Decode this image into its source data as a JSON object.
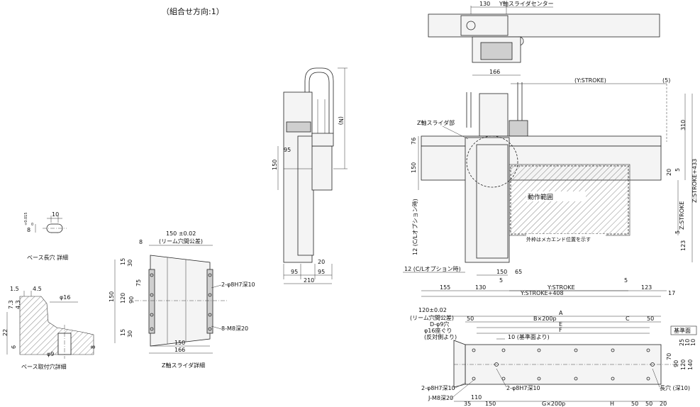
{
  "title": "（組合せ方向:1）",
  "base_slot": {
    "caption": "ベース長穴 詳細",
    "dims": [
      "10",
      "8",
      "0",
      "+0.015"
    ]
  },
  "base_hole": {
    "caption": "ベース取付穴詳細",
    "dims": [
      "1.5",
      "4.5",
      "7.3",
      "4.3",
      "φ16",
      "22",
      "6",
      "φ9",
      "8"
    ]
  },
  "z_slider": {
    "caption": "Z軸スライダ詳細",
    "dims": [
      "8",
      "150 ±0.02",
      "(リーム穴間公差)",
      "15",
      "30",
      "75",
      "150",
      "120",
      "90",
      "15",
      "30",
      "150",
      "166"
    ],
    "callouts": [
      "2-φ8H7深10",
      "8-M8深20"
    ]
  },
  "side_view": {
    "dims": [
      "(N)",
      "150",
      "95",
      "20",
      "95",
      "95",
      "210"
    ]
  },
  "top_view": {
    "dims": [
      "130",
      "Y軸スライダセンター",
      "166"
    ]
  },
  "front_view": {
    "labels": [
      "(Y:STROKE)",
      "(5)",
      "Z軸スライダ部",
      "動作範囲",
      "外枠はメカエンド位置を示す"
    ],
    "dims": [
      "76",
      "150",
      "310",
      "Z:STROKE+433",
      "20",
      "5",
      "Z:STROKE",
      "5",
      "123",
      "12 (C/Lオプション時)",
      "12 (C/Lオプション時)",
      "150",
      "65",
      "5",
      "Y:STROKE",
      "5",
      "155",
      "130",
      "123",
      "Y:STROKE+408",
      "17"
    ]
  },
  "bottom_view": {
    "dims": [
      "120±0.02",
      "(リーム穴間公差)",
      "A",
      "50",
      "B×200p",
      "C",
      "50",
      "D-φ9穴",
      "φ16座ぐり",
      "(反対側より)",
      "E",
      "F",
      "10 (基準面より)",
      "基準面",
      "70",
      "90",
      "120",
      "140",
      "25",
      "10",
      "10",
      "35",
      "110",
      "150",
      "G×200p",
      "H",
      "50",
      "50",
      "20"
    ],
    "callouts": [
      "2-φ8H7深10",
      "2-φ8H7深10",
      "J-M8深20",
      "長穴 (深10)"
    ]
  }
}
